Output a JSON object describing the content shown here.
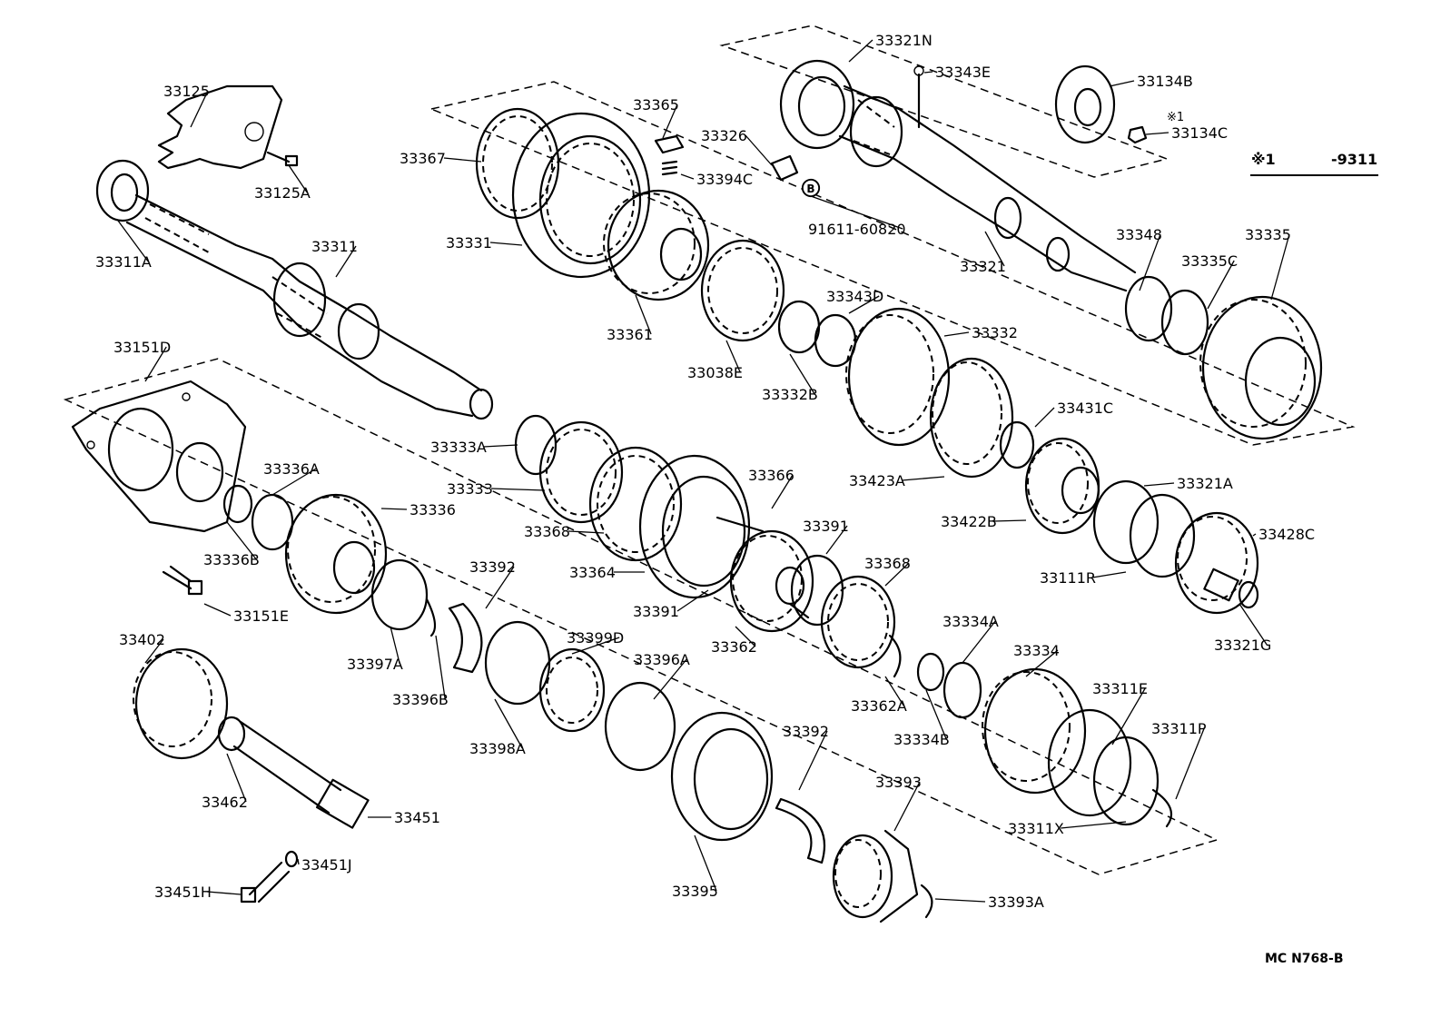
{
  "diagram": {
    "code": "MC  N768-B",
    "footnote": {
      "mark": "※1",
      "range": "-9311",
      "marker_label": "※1"
    },
    "callout_circle_letter": "B",
    "labels": [
      "33321N",
      "33343E",
      "33134B",
      "33134C",
      "33125",
      "33125A",
      "33365",
      "33394C",
      "33326",
      "91611-60820",
      "33367",
      "33331",
      "33361",
      "33038E",
      "33311A",
      "33311",
      "33321",
      "33348",
      "33335C",
      "33335",
      "33343D",
      "33332",
      "33332B",
      "33151D",
      "33431C",
      "33333A",
      "33333",
      "33368",
      "33366",
      "33391",
      "33423A",
      "33321A",
      "33422B",
      "33428C",
      "33336A",
      "33336",
      "33336B",
      "33364",
      "33111R",
      "33391",
      "33151E",
      "33392",
      "33368",
      "33362",
      "33321G",
      "33397A",
      "33396B",
      "33399D",
      "33396A",
      "33334A",
      "33402",
      "33334",
      "33311E",
      "33311P",
      "33362A",
      "33334B",
      "33398A",
      "33392",
      "33462",
      "33393",
      "33451",
      "33311X",
      "33451J",
      "33395",
      "33393A",
      "33451H"
    ]
  }
}
